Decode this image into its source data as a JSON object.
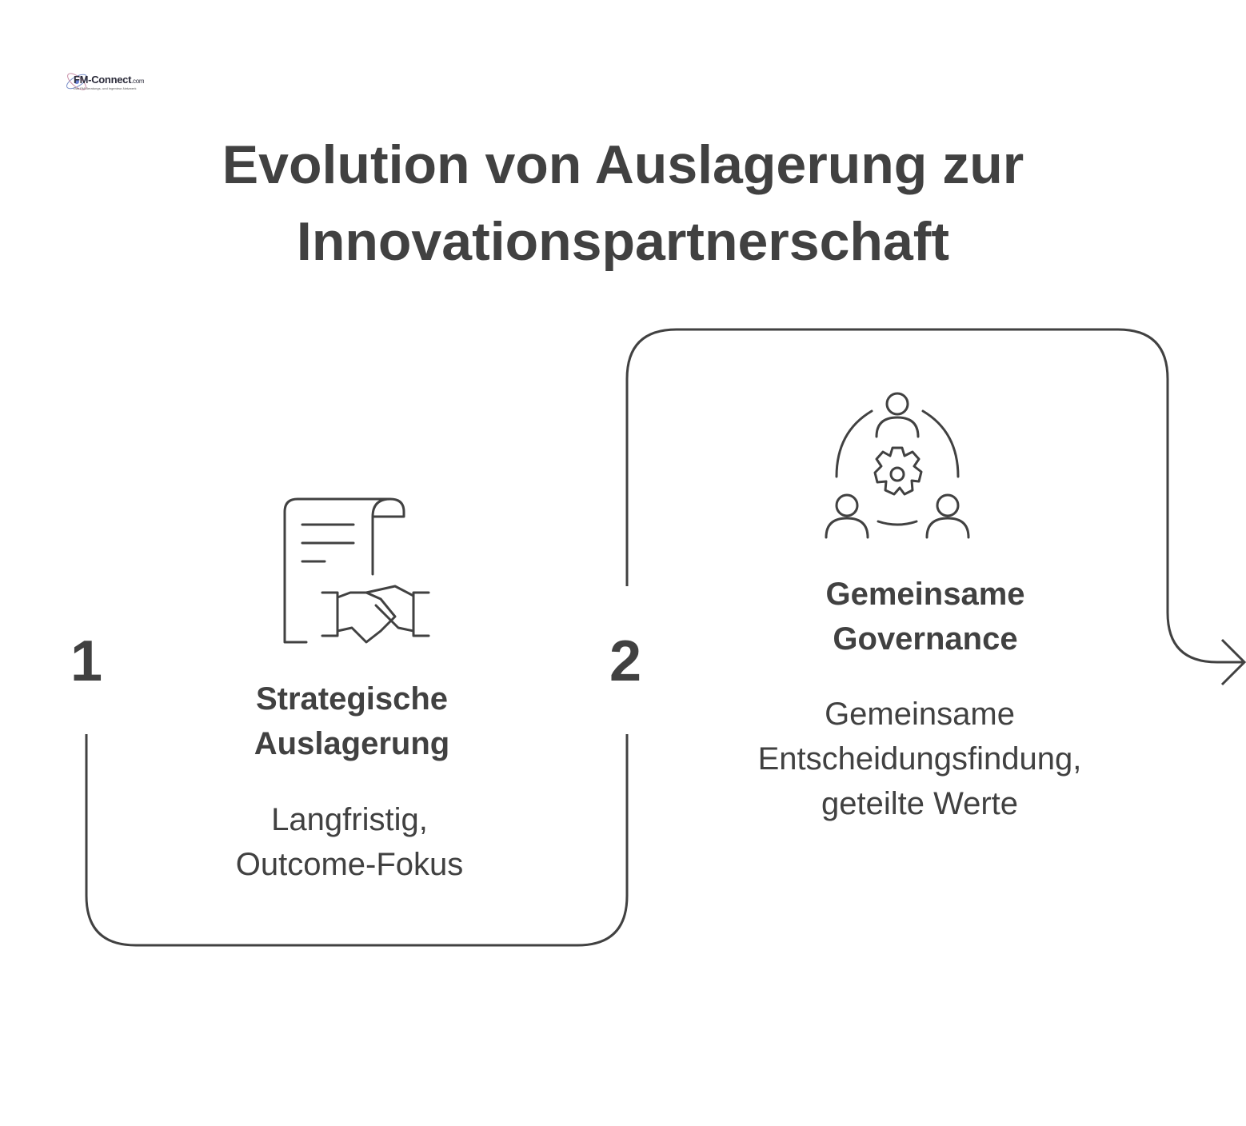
{
  "logo": {
    "name": "FM-Connect",
    "suffix": ".com",
    "tagline": "Das FM-Beratungs- und Ingenieur-Netzwerk"
  },
  "title": {
    "line1": "Evolution von Auslagerung zur",
    "line2": "Innovationspartnerschaft"
  },
  "steps": [
    {
      "number": "1",
      "icon": "contract-handshake-icon",
      "title_line1": "Strategische",
      "title_line2": "Auslagerung",
      "desc_line1": "Langfristig,",
      "desc_line2": "Outcome-Fokus"
    },
    {
      "number": "2",
      "icon": "team-gear-icon",
      "title_line1": "Gemeinsame",
      "title_line2": "Governance",
      "desc_line1": "Gemeinsame",
      "desc_line2": "Entscheidungsfindung,",
      "desc_line3": "geteilte Werte"
    }
  ],
  "colors": {
    "text": "#414141",
    "line": "#414141",
    "background": "#ffffff"
  }
}
